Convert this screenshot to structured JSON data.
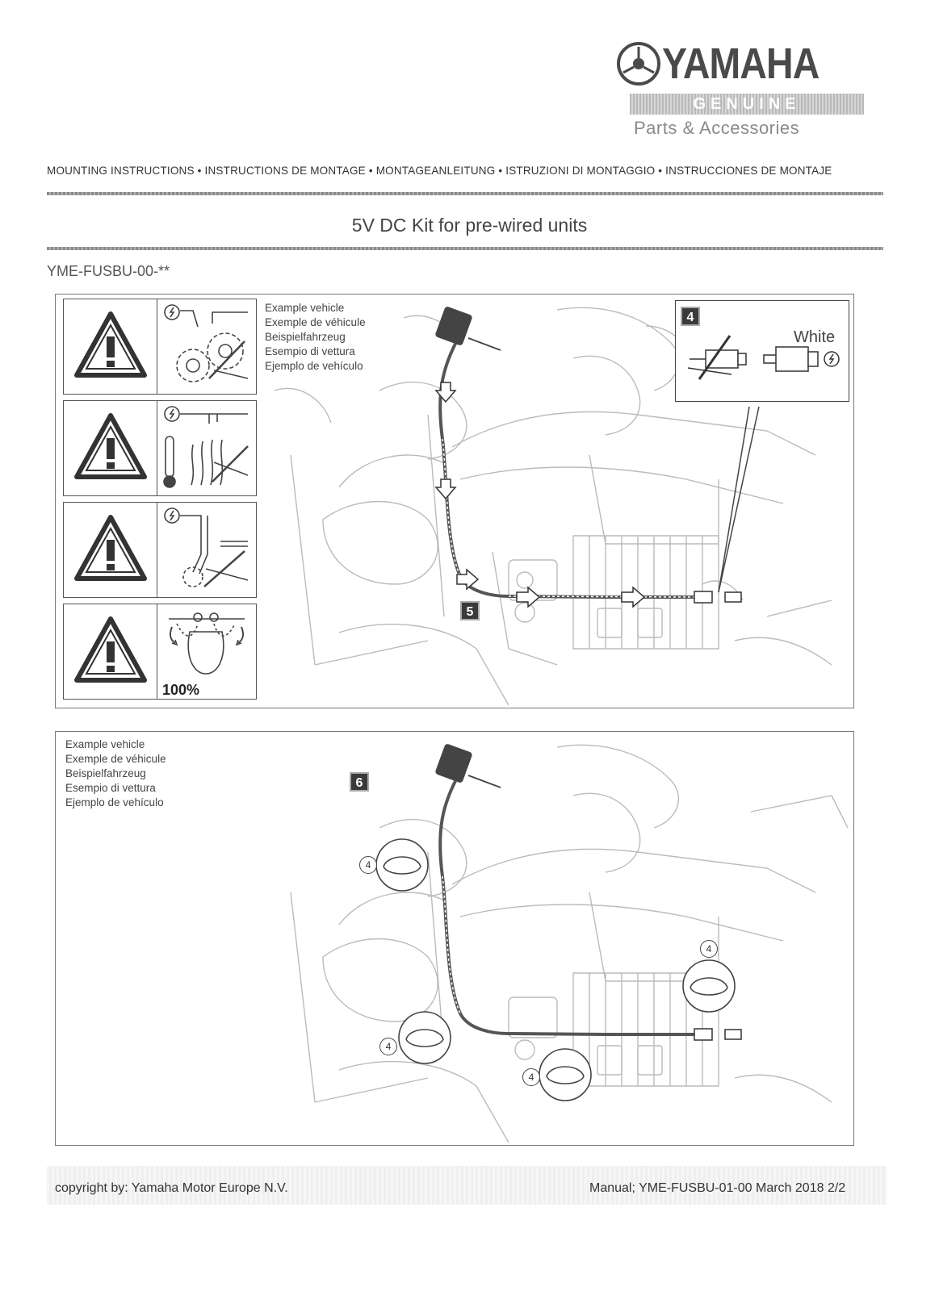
{
  "header": {
    "brand": "YAMAHA",
    "genuine": "GENUINE",
    "parts_accessories": "Parts & Accessories",
    "instructions_line": "MOUNTING INSTRUCTIONS • INSTRUCTIONS DE MONTAGE • MONTAGEANLEITUNG • ISTRUZIONI DI MONTAGGIO • INSTRUCCIONES DE MONTAJE",
    "title": "5V DC Kit for pre-wired units",
    "part_code": "YME-FUSBU-00-**"
  },
  "panel1": {
    "example_lines": [
      "Example vehicle",
      "Exemple de véhicule",
      "Beispielfahrzeug",
      "Esempio di vettura",
      "Ejemplo de vehículo"
    ],
    "step_a": "4",
    "step_b": "5",
    "connector_label": "White",
    "warning_percent": "100%"
  },
  "panel2": {
    "example_lines": [
      "Example vehicle",
      "Exemple de véhicule",
      "Beispielfahrzeug",
      "Esempio di vettura",
      "Ejemplo de vehículo"
    ],
    "step": "6",
    "tie_callouts": [
      "4",
      "4",
      "4",
      "4"
    ]
  },
  "footer": {
    "copyright": "copyright by: Yamaha Motor Europe N.V.",
    "manual": "Manual; YME-FUSBU-01-00  March 2018  2/2"
  }
}
